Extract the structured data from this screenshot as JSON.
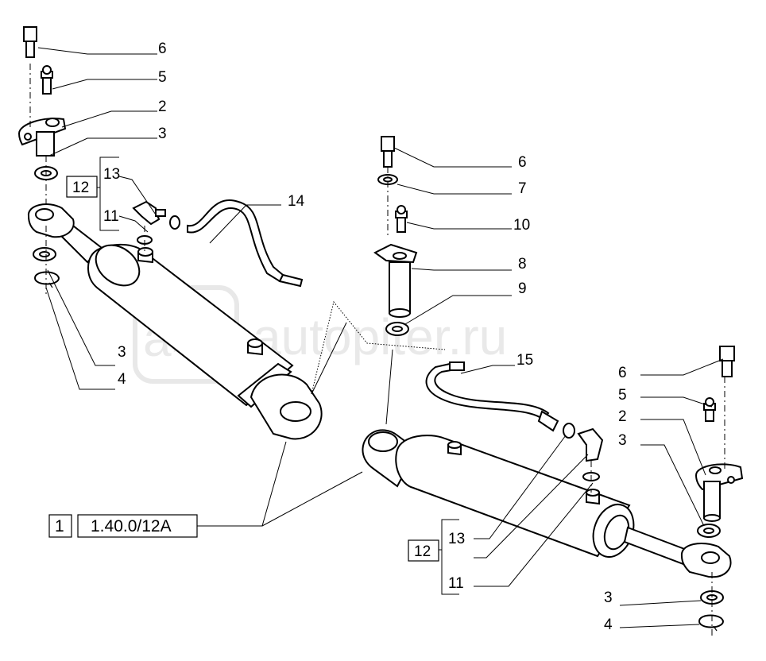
{
  "watermark": "autopiter.ru",
  "reference": {
    "index": "1",
    "code": "1.40.0/12A"
  },
  "left_group": {
    "labels": {
      "bolt": "6",
      "grease_nipple": "5",
      "pin": "2",
      "washer_top": "3",
      "bracket": "12",
      "oring": "13",
      "fitting": "11",
      "pipe": "14",
      "washer_bottom": "3",
      "circlip": "4"
    }
  },
  "center_group": {
    "labels": {
      "bolt": "6",
      "washer": "7",
      "grease_nipple": "10",
      "pin": "8",
      "washer_bottom": "9"
    }
  },
  "right_group": {
    "labels": {
      "pipe": "15",
      "bolt": "6",
      "grease_nipple": "5",
      "pin": "2",
      "washer_top": "3",
      "bracket": "12",
      "oring": "13",
      "fitting": "11",
      "washer_bottom": "3",
      "circlip": "4"
    }
  },
  "colors": {
    "line": "#000000",
    "background": "#ffffff",
    "watermark": "#d8d8d8"
  }
}
